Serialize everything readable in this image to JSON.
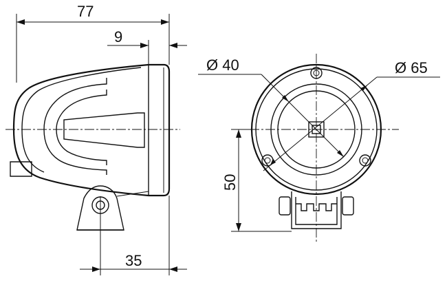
{
  "drawing": {
    "dimensions": {
      "overall_length": "77",
      "front_depth": "9",
      "inner_diameter": "Ø 40",
      "outer_diameter": "Ø 65",
      "mount_height": "50",
      "mount_offset": "35"
    },
    "line_color": "#111111",
    "background": "#ffffff"
  }
}
